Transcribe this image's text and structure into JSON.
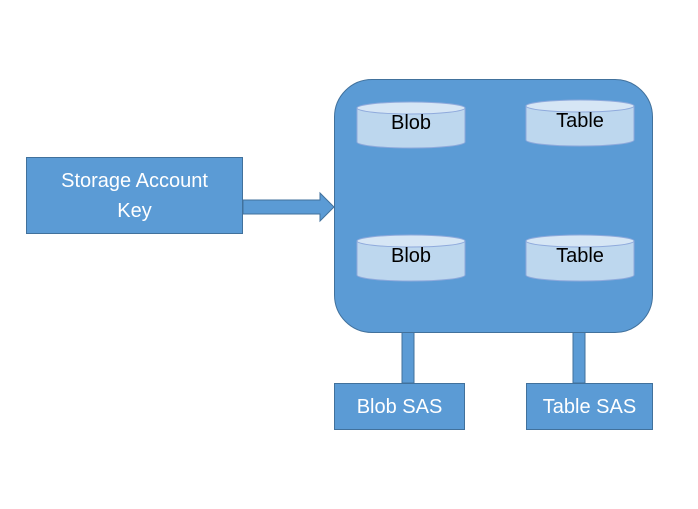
{
  "diagram": {
    "key_label": "Storage Account Key",
    "storage": {
      "cylinders": [
        {
          "label": "Blob"
        },
        {
          "label": "Table"
        },
        {
          "label": "Blob"
        },
        {
          "label": "Table"
        }
      ]
    },
    "blob_sas_label": "Blob SAS",
    "table_sas_label": "Table SAS"
  },
  "colors": {
    "box_fill": "#5b9bd5",
    "box_border": "#41719c",
    "cylinder_fill": "#bdd7ee",
    "cylinder_stroke": "#8faadc"
  }
}
